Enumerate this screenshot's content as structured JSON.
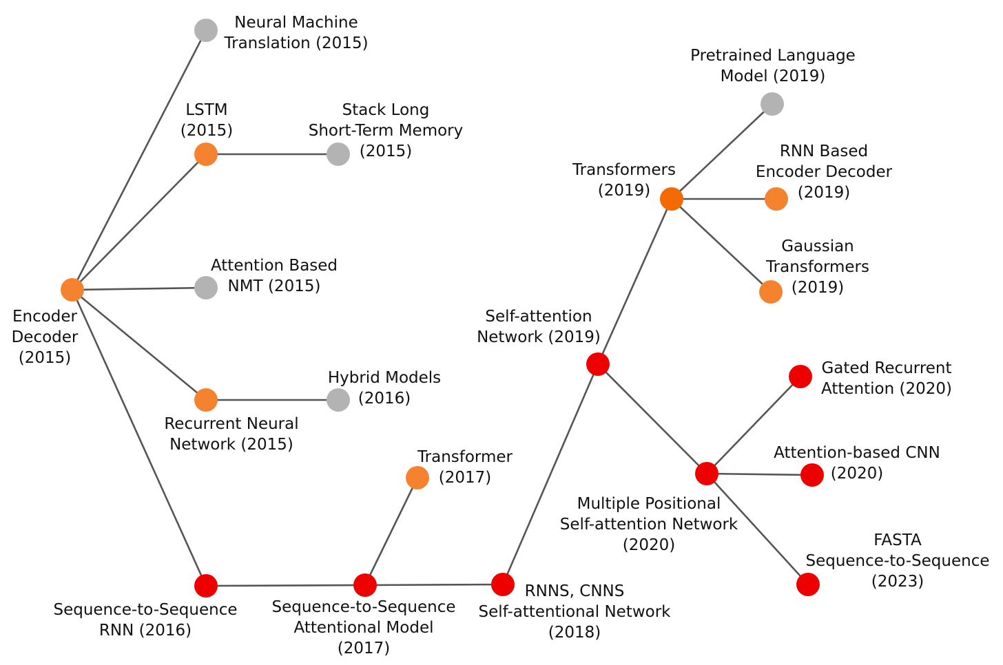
{
  "colors": {
    "gray": "#b3b3b3",
    "orange": "#f5822f",
    "dark_orange": "#f56a00",
    "red": "#ee0000",
    "edge": "#555555"
  },
  "nodes": {
    "encoder_decoder": {
      "color": "orange",
      "label": [
        "Encoder",
        "Decoder",
        "(2015)"
      ]
    },
    "nmt": {
      "color": "gray",
      "label": [
        "Neural Machine",
        "Translation (2015)"
      ]
    },
    "lstm": {
      "color": "orange",
      "label": [
        "LSTM",
        "(2015)"
      ]
    },
    "stack_lstm": {
      "color": "gray",
      "label": [
        "Stack Long",
        "Short-Term Memory",
        "(2015)"
      ]
    },
    "attention_nmt": {
      "color": "gray",
      "label": [
        "Attention Based",
        "NMT (2015)"
      ]
    },
    "rnn": {
      "color": "orange",
      "label": [
        "Recurrent Neural",
        "Network (2015)"
      ]
    },
    "hybrid": {
      "color": "gray",
      "label": [
        "Hybrid Models",
        "(2016)"
      ]
    },
    "seq2seq_rnn": {
      "color": "red",
      "label": [
        "Sequence-to-Sequence",
        "RNN (2016)"
      ]
    },
    "seq2seq_attn": {
      "color": "red",
      "label": [
        "Sequence-to-Sequence",
        "Attentional Model",
        "(2017)"
      ]
    },
    "transformer_2017": {
      "color": "orange",
      "label": [
        "Transformer",
        "(2017)"
      ]
    },
    "rnns_cnns": {
      "color": "red",
      "label": [
        "RNNS, CNNS",
        "Self-attentional Network",
        "(2018)"
      ]
    },
    "self_attention": {
      "color": "red",
      "label": [
        "Self-attention",
        "Network (2019)"
      ]
    },
    "transformers_2019": {
      "color": "dark_orange",
      "label": [
        "Transformers",
        "(2019)"
      ]
    },
    "pretrained_lm": {
      "color": "gray",
      "label": [
        "Pretrained Language",
        "Model (2019)"
      ]
    },
    "rnn_enc_dec": {
      "color": "orange",
      "label": [
        "RNN Based",
        "Encoder Decoder",
        "(2019)"
      ]
    },
    "gaussian": {
      "color": "orange",
      "label": [
        "Gaussian",
        "Transformers",
        "(2019)"
      ]
    },
    "multi_pos": {
      "color": "red",
      "label": [
        "Multiple Positional",
        "Self-attention Network",
        "(2020)"
      ]
    },
    "gated": {
      "color": "red",
      "label": [
        "Gated Recurrent",
        "Attention (2020)"
      ]
    },
    "attn_cnn": {
      "color": "red",
      "label": [
        "Attention-based CNN",
        "(2020)"
      ]
    },
    "fasta": {
      "color": "red",
      "label": [
        "FASTA",
        "Sequence-to-Sequence",
        "(2023)"
      ]
    }
  },
  "edges": [
    [
      "encoder_decoder",
      "nmt"
    ],
    [
      "encoder_decoder",
      "lstm"
    ],
    [
      "encoder_decoder",
      "attention_nmt"
    ],
    [
      "encoder_decoder",
      "rnn"
    ],
    [
      "encoder_decoder",
      "seq2seq_rnn"
    ],
    [
      "lstm",
      "stack_lstm"
    ],
    [
      "rnn",
      "hybrid"
    ],
    [
      "seq2seq_rnn",
      "seq2seq_attn"
    ],
    [
      "seq2seq_attn",
      "transformer_2017"
    ],
    [
      "seq2seq_attn",
      "rnns_cnns"
    ],
    [
      "rnns_cnns",
      "self_attention"
    ],
    [
      "self_attention",
      "transformers_2019"
    ],
    [
      "self_attention",
      "multi_pos"
    ],
    [
      "transformers_2019",
      "pretrained_lm"
    ],
    [
      "transformers_2019",
      "rnn_enc_dec"
    ],
    [
      "transformers_2019",
      "gaussian"
    ],
    [
      "multi_pos",
      "gated"
    ],
    [
      "multi_pos",
      "attn_cnn"
    ],
    [
      "multi_pos",
      "fasta"
    ]
  ]
}
